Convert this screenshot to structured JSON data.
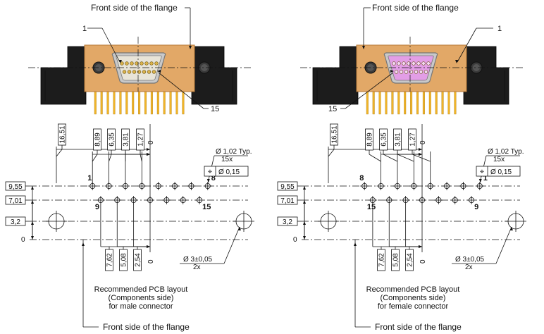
{
  "colors": {
    "flange": "#e2a867",
    "flange_dark": "#b57a3a",
    "housing": "#1c1c1c",
    "pins": "#f0b428",
    "male_insert": "#e8e4d8",
    "female_insert": "#e39ee6",
    "contact": "#d9b14a"
  },
  "panels": [
    {
      "id": "male",
      "front_side_top": "Front side of the flange",
      "front_side_bottom": "Front side of the flange",
      "callout_a": "1",
      "callout_b": "15",
      "dims_top": [
        "16,51",
        "8,89",
        "6,35",
        "3,81",
        "1,27"
      ],
      "dims_bottom": [
        "7,62",
        "5,08",
        "2,54"
      ],
      "zero_x_top": "0",
      "zero_x_bottom": "0",
      "zero_y": "0",
      "dims_left": [
        "9,55",
        "7,01",
        "3,2"
      ],
      "pin_labels": [
        "1",
        "8",
        "9",
        "15"
      ],
      "hole_note": "Ø 1,02 Typ.",
      "hole_qty": "15x",
      "tolerance_symbol": "⌖",
      "tolerance_value": "Ø 0,15",
      "mount_note": "Ø 3±0,05",
      "mount_qty": "2x",
      "caption": [
        "Recommended PCB layout",
        "(Components side)",
        "for male connector"
      ]
    },
    {
      "id": "female",
      "front_side_top": "Front side of the flange",
      "front_side_bottom": "Front side of the flange",
      "callout_a": "1",
      "callout_b": "15",
      "dims_top": [
        "16,51",
        "8,89",
        "6,35",
        "3,81",
        "1,27"
      ],
      "dims_bottom": [
        "7,62",
        "5,08",
        "2,54"
      ],
      "zero_x_top": "0",
      "zero_x_bottom": "0",
      "zero_y": "0",
      "dims_left": [
        "9,55",
        "7,01",
        "3,2"
      ],
      "pin_labels": [
        "8",
        "1",
        "15",
        "9"
      ],
      "hole_note": "Ø 1,02 Typ.",
      "hole_qty": "15x",
      "tolerance_symbol": "⌖",
      "tolerance_value": "Ø 0,15",
      "mount_note": "Ø 3±0,05",
      "mount_qty": "2x",
      "caption": [
        "Recommended PCB layout",
        "(Components side)",
        "for female connector"
      ]
    }
  ]
}
